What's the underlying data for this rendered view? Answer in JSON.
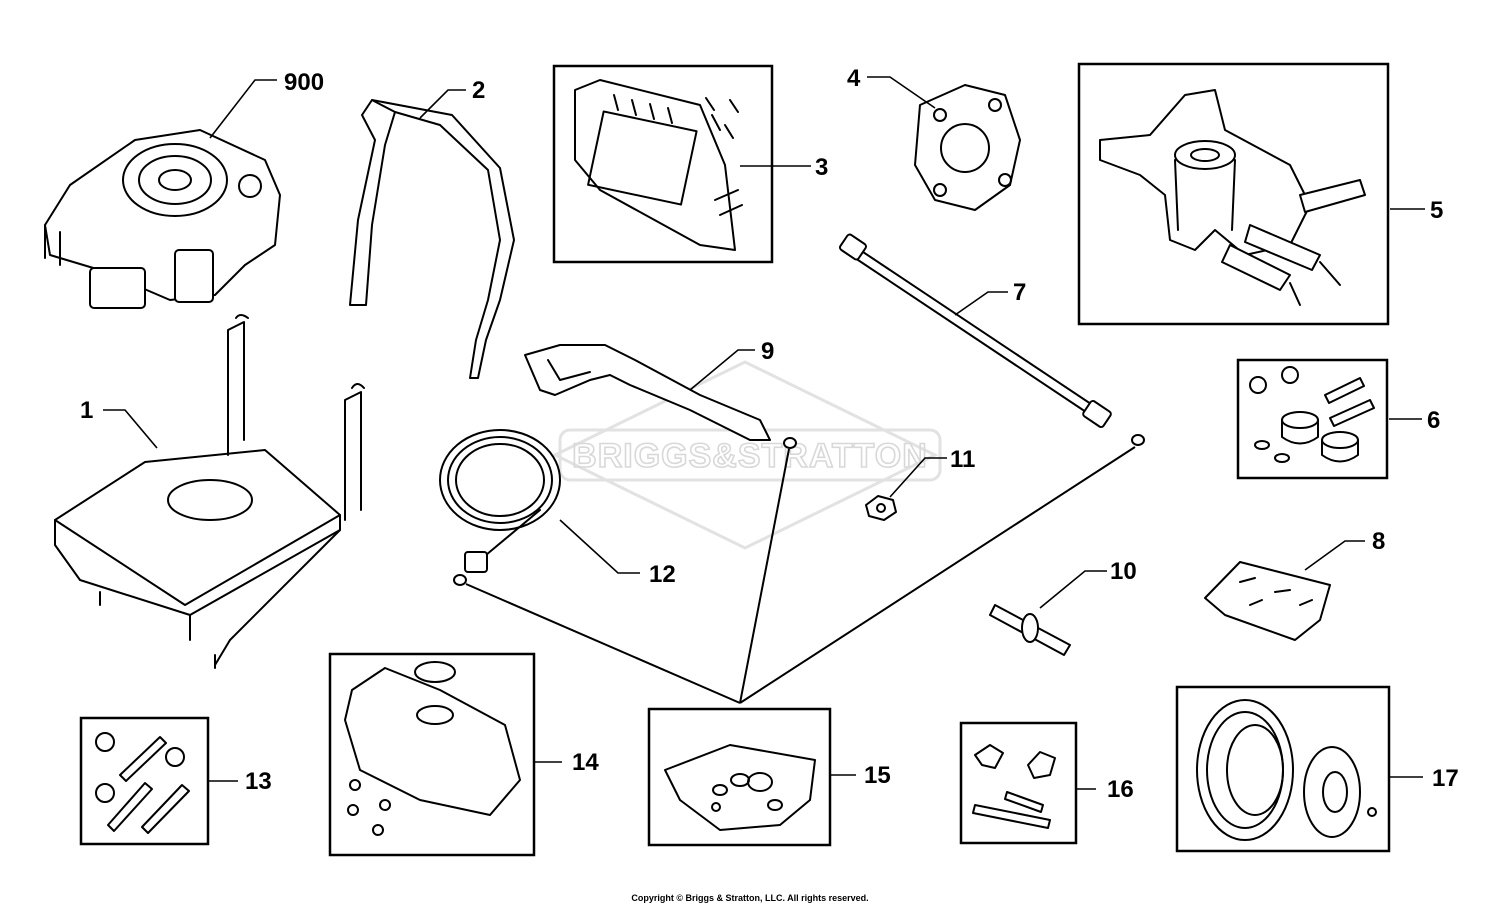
{
  "watermark": "BRIGGS&STRATTON",
  "copyright": "Copyright © Briggs & Stratton, LLC. All rights reserved.",
  "callouts": {
    "c900": "900",
    "c1": "1",
    "c2": "2",
    "c3": "3",
    "c4": "4",
    "c5": "5",
    "c6": "6",
    "c7": "7",
    "c8": "8",
    "c9": "9",
    "c10": "10",
    "c11": "11",
    "c12": "12",
    "c13": "13",
    "c14": "14",
    "c15": "15",
    "c16": "16",
    "c17": "17"
  }
}
